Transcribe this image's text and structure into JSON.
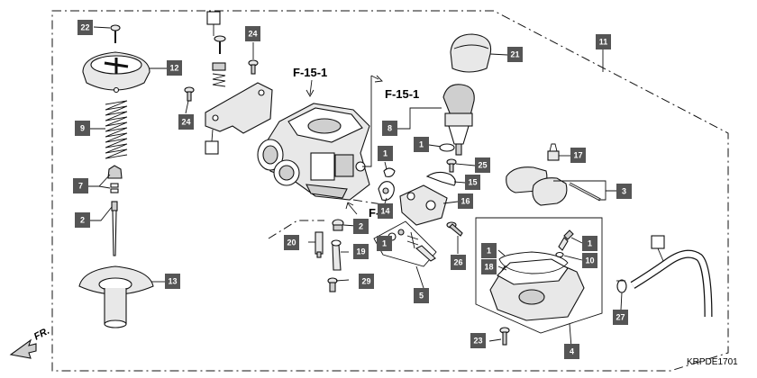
{
  "diagram": {
    "code": "KRPDE1701",
    "direction_label": "FR.",
    "refs": {
      "f15_1_a": "F-15-1",
      "f15_1_b": "F-15-1",
      "f13": "F-13"
    },
    "callouts": {
      "c1a": "1",
      "c1b": "1",
      "c1c": "1",
      "c1d": "1",
      "c1e": "1",
      "c2a": "2",
      "c2b": "2",
      "c3": "3",
      "c4": "4",
      "c5": "5",
      "c7": "7",
      "c8": "8",
      "c9": "9",
      "c10": "10",
      "c11": "11",
      "c12": "12",
      "c13": "13",
      "c14": "14",
      "c15": "15",
      "c16": "16",
      "c17": "17",
      "c18": "18",
      "c19": "19",
      "c20": "20",
      "c21": "21",
      "c22": "22",
      "c23": "23",
      "c24a": "24",
      "c24b": "24",
      "c25": "25",
      "c26": "26",
      "c27": "27",
      "c29": "29"
    }
  },
  "colors": {
    "callout_bg": "#555555",
    "callout_text": "#ffffff",
    "line": "#111111"
  }
}
